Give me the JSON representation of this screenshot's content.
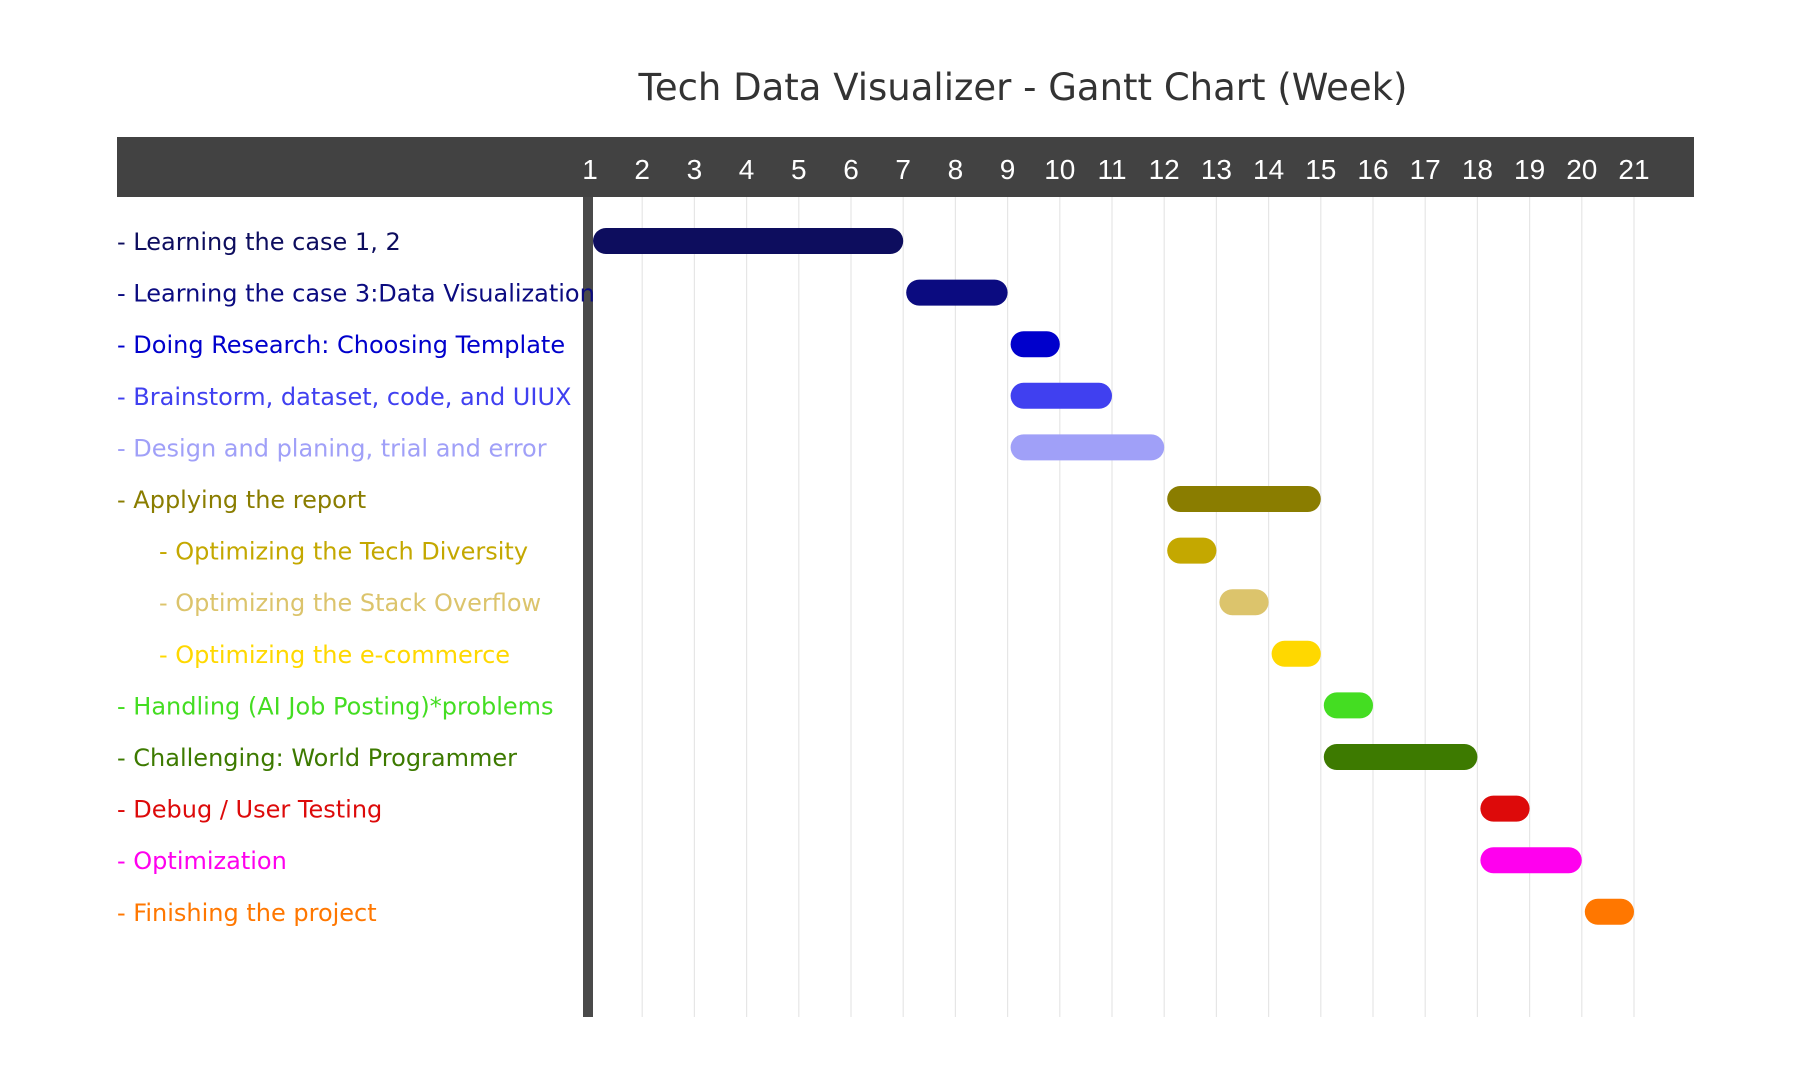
{
  "chart_data": {
    "type": "gantt",
    "title": "Tech Data Visualizer - Gantt Chart (Week)",
    "x_ticks": [
      1,
      2,
      3,
      4,
      5,
      6,
      7,
      8,
      9,
      10,
      11,
      12,
      13,
      14,
      15,
      16,
      17,
      18,
      19,
      20,
      21
    ],
    "xlim": [
      1,
      21
    ],
    "grid": true,
    "tasks": [
      {
        "label": "- Learning the case 1, 2",
        "start": 1,
        "end": 7,
        "color": "#0d0d5e",
        "indent": 0
      },
      {
        "label": "- Learning the case 3:Data Visualization",
        "start": 7,
        "end": 9,
        "color": "#0b0b80",
        "indent": 0
      },
      {
        "label": "- Doing Research: Choosing Template",
        "start": 9,
        "end": 10,
        "color": "#0000cc",
        "indent": 0
      },
      {
        "label": "- Brainstorm, dataset, code, and UIUX",
        "start": 9,
        "end": 11,
        "color": "#4040f0",
        "indent": 0
      },
      {
        "label": "- Design and planing, trial and error",
        "start": 9,
        "end": 12,
        "color": "#a0a0f8",
        "indent": 0
      },
      {
        "label": "- Applying the report",
        "start": 12,
        "end": 15,
        "color": "#8a7d00",
        "indent": 0
      },
      {
        "label": "- Optimizing the Tech Diversity",
        "start": 12,
        "end": 13,
        "color": "#c4a800",
        "indent": 1
      },
      {
        "label": "- Optimizing the Stack Overflow",
        "start": 13,
        "end": 14,
        "color": "#dcc46c",
        "indent": 1
      },
      {
        "label": "- Optimizing the e-commerce",
        "start": 14,
        "end": 15,
        "color": "#ffd800",
        "indent": 1
      },
      {
        "label": "- Handling (AI Job Posting)*problems",
        "start": 15,
        "end": 16,
        "color": "#44dd22",
        "indent": 0
      },
      {
        "label": "- Challenging: World Programmer",
        "start": 15,
        "end": 18,
        "color": "#3d7a00",
        "indent": 0
      },
      {
        "label": "- Debug / User Testing",
        "start": 18,
        "end": 19,
        "color": "#dd0a0a",
        "indent": 0
      },
      {
        "label": "- Optimization",
        "start": 18,
        "end": 20,
        "color": "#ff00ee",
        "indent": 0
      },
      {
        "label": "- Finishing the project",
        "start": 20,
        "end": 21,
        "color": "#ff7700",
        "indent": 0
      }
    ]
  }
}
